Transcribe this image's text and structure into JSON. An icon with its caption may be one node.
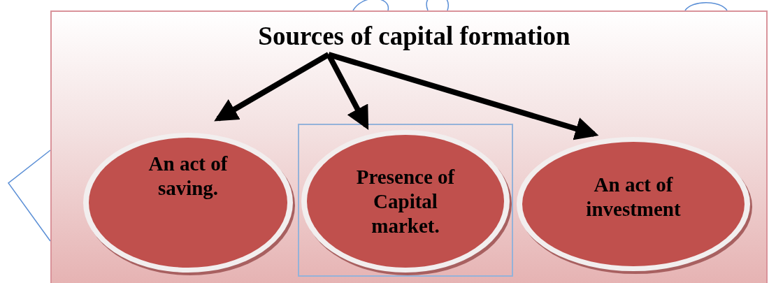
{
  "diagram": {
    "nodes": [
      {
        "text": [
          "Sources of capital formation"
        ]
      },
      {
        "text": [
          "An act of saving."
        ]
      },
      {
        "text": [
          "Presence of Capital market."
        ]
      },
      {
        "text": [
          "An act of investment"
        ]
      }
    ],
    "edges": [
      {
        "from": 0,
        "to": 1,
        "arrow": "to"
      },
      {
        "from": 0,
        "to": 2,
        "arrow": "to"
      },
      {
        "from": 0,
        "to": 3,
        "arrow": "to"
      }
    ]
  }
}
